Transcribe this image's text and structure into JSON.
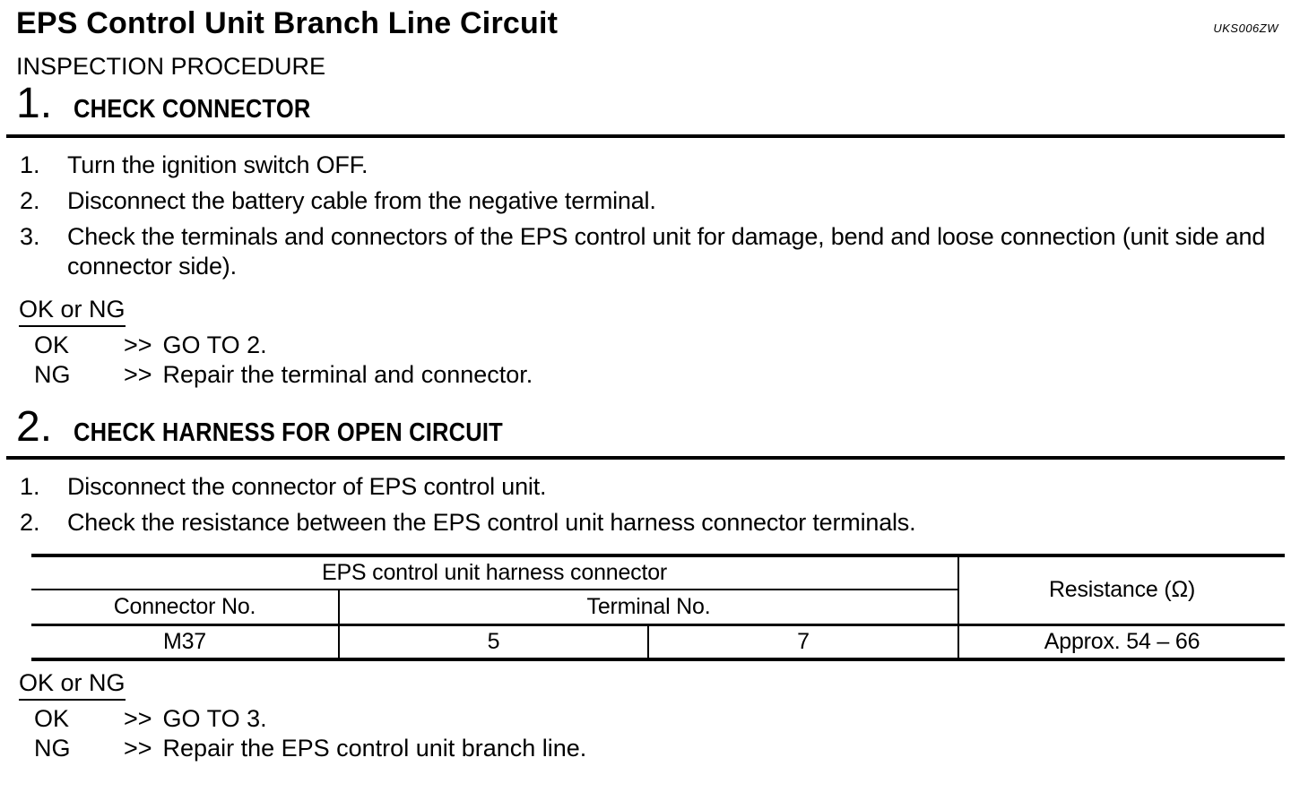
{
  "page": {
    "title": "EPS Control Unit Branch Line Circuit",
    "code": "UKS006ZW",
    "subtitle": "INSPECTION PROCEDURE"
  },
  "sections": [
    {
      "number": "1.",
      "heading": "CHECK CONNECTOR",
      "steps": [
        {
          "num": "1.",
          "text": "Turn the ignition switch OFF."
        },
        {
          "num": "2.",
          "text": "Disconnect the battery cable from the negative terminal."
        },
        {
          "num": "3.",
          "text": "Check the terminals and connectors of the EPS control unit for damage, bend and loose connection (unit side and connector side)."
        }
      ],
      "ok_ng_label": "OK or NG",
      "results": [
        {
          "label": "OK",
          "arrow": ">>",
          "text": "GO TO 2."
        },
        {
          "label": "NG",
          "arrow": ">>",
          "text": "Repair the terminal and connector."
        }
      ]
    },
    {
      "number": "2.",
      "heading": "CHECK HARNESS FOR OPEN CIRCUIT",
      "steps": [
        {
          "num": "1.",
          "text": "Disconnect the connector of EPS control unit."
        },
        {
          "num": "2.",
          "text": "Check the resistance between the EPS control unit harness connector terminals."
        }
      ],
      "table": {
        "group_header": "EPS control unit harness connector",
        "connector_header": "Connector No.",
        "terminal_header": "Terminal No.",
        "resistance_header": "Resistance (Ω)",
        "row": {
          "connector": "M37",
          "terminal_a": "5",
          "terminal_b": "7",
          "resistance": "Approx. 54 – 66"
        }
      },
      "ok_ng_label": "OK or NG",
      "results": [
        {
          "label": "OK",
          "arrow": ">>",
          "text": "GO TO 3."
        },
        {
          "label": "NG",
          "arrow": ">>",
          "text": "Repair the EPS control unit branch line."
        }
      ]
    }
  ],
  "colors": {
    "text": "#000000",
    "background": "#ffffff"
  }
}
